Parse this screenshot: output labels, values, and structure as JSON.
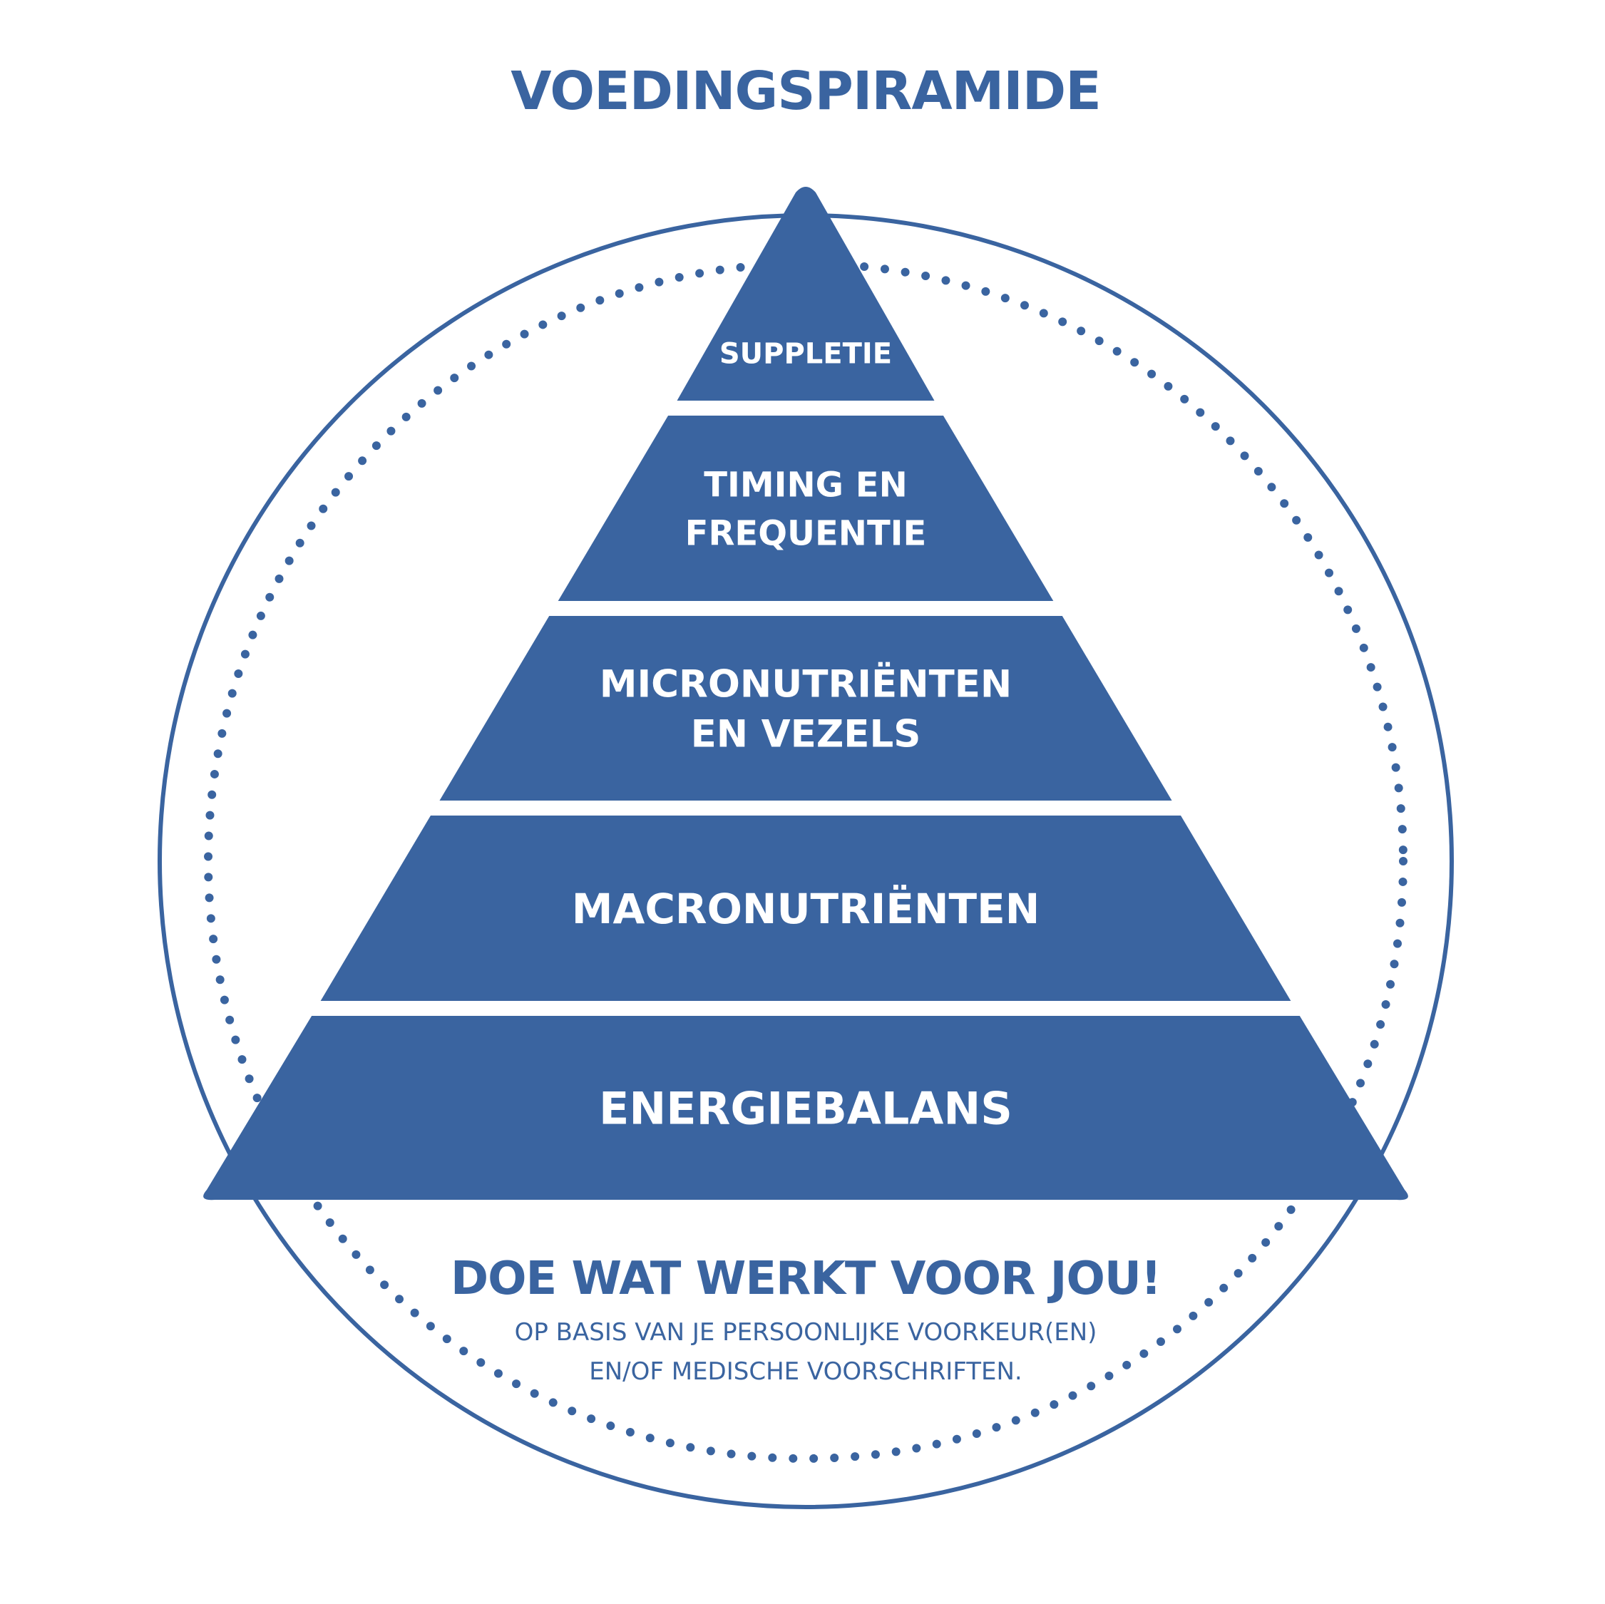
{
  "title": "VOEDINGSPIRAMIDE",
  "colors": {
    "primary": "#3a64a0",
    "background": "#ffffff",
    "tier_text": "#ffffff"
  },
  "pyramid": {
    "tiers": [
      {
        "lines": [
          "SUPPLETIE"
        ]
      },
      {
        "lines": [
          "TIMING EN",
          "FREQUENTIE"
        ]
      },
      {
        "lines": [
          "MICRONUTRIËNTEN",
          "EN VEZELS"
        ]
      },
      {
        "lines": [
          "MACRONUTRIËNTEN"
        ]
      },
      {
        "lines": [
          "ENERGIEBALANS"
        ]
      }
    ]
  },
  "footer": {
    "motto": "DOE WAT WERKT VOOR JOU!",
    "sub_lines": [
      "OP BASIS VAN JE PERSOONLIJKE VOORKEUR(EN)",
      "EN/OF MEDISCHE VOORSCHRIFTEN."
    ]
  }
}
